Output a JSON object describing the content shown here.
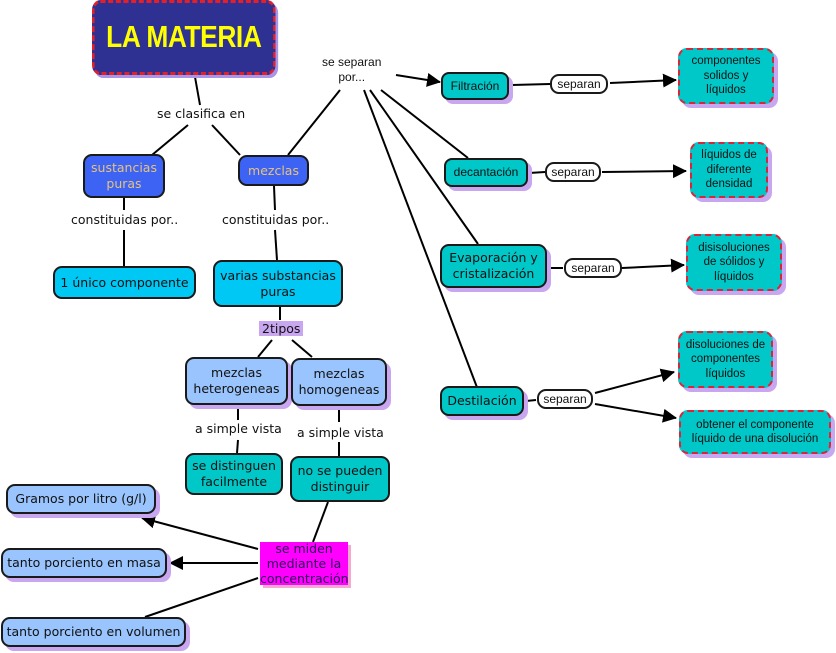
{
  "title": "LA MATERIA",
  "colors": {
    "title_bg": "#2e3192",
    "title_text": "#ffff00",
    "dashed_border": "#e0202a",
    "dark_blue": "#3d63f5",
    "cyan": "#00c8f5",
    "light_blue": "#99c4fd",
    "teal": "#00c8c8",
    "purple_shadow": "#c9a6f0",
    "magenta": "#ff00ff"
  },
  "links": {
    "se_clasifica_en": "se clasifica en",
    "se_separan_por": [
      "se separan",
      "por..."
    ],
    "constituidas_por_1": "constituidas por..",
    "constituidas_por_2": "constituidas por..",
    "dos_tipos": "2tipos",
    "a_simple_vista_1": "a simple vista",
    "a_simple_vista_2": "a simple vista",
    "se_miden": [
      "se miden",
      "mediante la",
      "concentración"
    ]
  },
  "nodes": {
    "sustancias_puras": [
      "sustancias",
      "puras"
    ],
    "mezclas": "mezclas",
    "unico_componente": "1 único componente",
    "varias_substancias": [
      "varias substancias",
      "puras"
    ],
    "mezclas_heterogeneas": [
      "mezclas",
      "heterogeneas"
    ],
    "mezclas_homogeneas": [
      "mezclas",
      "homogeneas"
    ],
    "se_distinguen": [
      "se distinguen",
      "facilmente"
    ],
    "no_se_pueden": [
      "no se pueden",
      "distinguir"
    ],
    "gramos_por_litro": "Gramos por litro (g/l)",
    "porciento_masa": "tanto porciento en masa",
    "porciento_volumen": "tanto porciento en volumen"
  },
  "methods": [
    {
      "name": "Filtración",
      "link": "separan",
      "targets": [
        [
          "componentes",
          "solidos y",
          "líquidos"
        ]
      ]
    },
    {
      "name": "decantación",
      "link": "separan",
      "targets": [
        [
          "líquidos de",
          "diferente",
          "densidad"
        ]
      ]
    },
    {
      "name": [
        "Evaporación y",
        "cristalización"
      ],
      "link": "separan",
      "targets": [
        [
          "disisoluciones",
          "de sólidos y",
          "líquidos"
        ]
      ]
    },
    {
      "name": "Destilación",
      "link": "separan",
      "targets": [
        [
          "disoluciones de",
          "componentes",
          "líquidos"
        ],
        [
          "obtener el componente",
          "líquido de una disolución"
        ]
      ]
    }
  ]
}
